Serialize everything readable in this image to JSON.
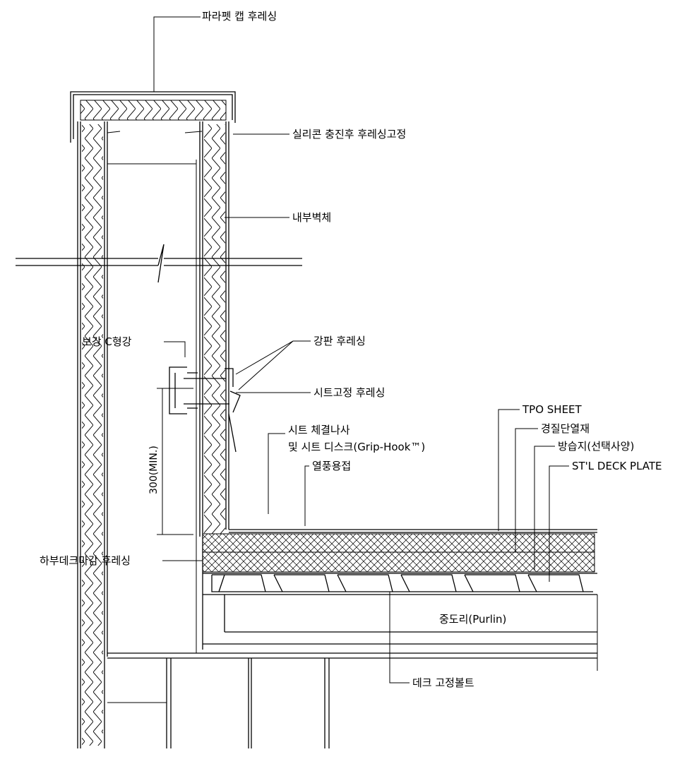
{
  "labels": {
    "parapet_cap_flashing": "파라펫 캡 후레싱",
    "silicone_flashing_fix": "실리콘 충진후 후레싱고정",
    "inner_wall": "내부벽체",
    "reinforcing_c_channel": "보강 C형강",
    "steel_plate_flashing": "강판 후레싱",
    "sheet_fixing_flashing": "시트고정 후레싱",
    "tpo_sheet": "TPO SHEET",
    "sheet_screw_line1": "시트 체결나사",
    "sheet_screw_line2": "및 시트 디스크(Grip-Hook™)",
    "rigid_insulation": "경질단열재",
    "vapor_barrier": "방습지(선택사양)",
    "hot_air_welding": "열풍용접",
    "deck_plate": "ST'L DECK PLATE",
    "lower_deck_flashing": "하부데크마감 후레싱",
    "purlin": "중도리(Purlin)",
    "deck_bolt": "데크 고정볼트",
    "min_dimension": "300(MIN.)"
  }
}
